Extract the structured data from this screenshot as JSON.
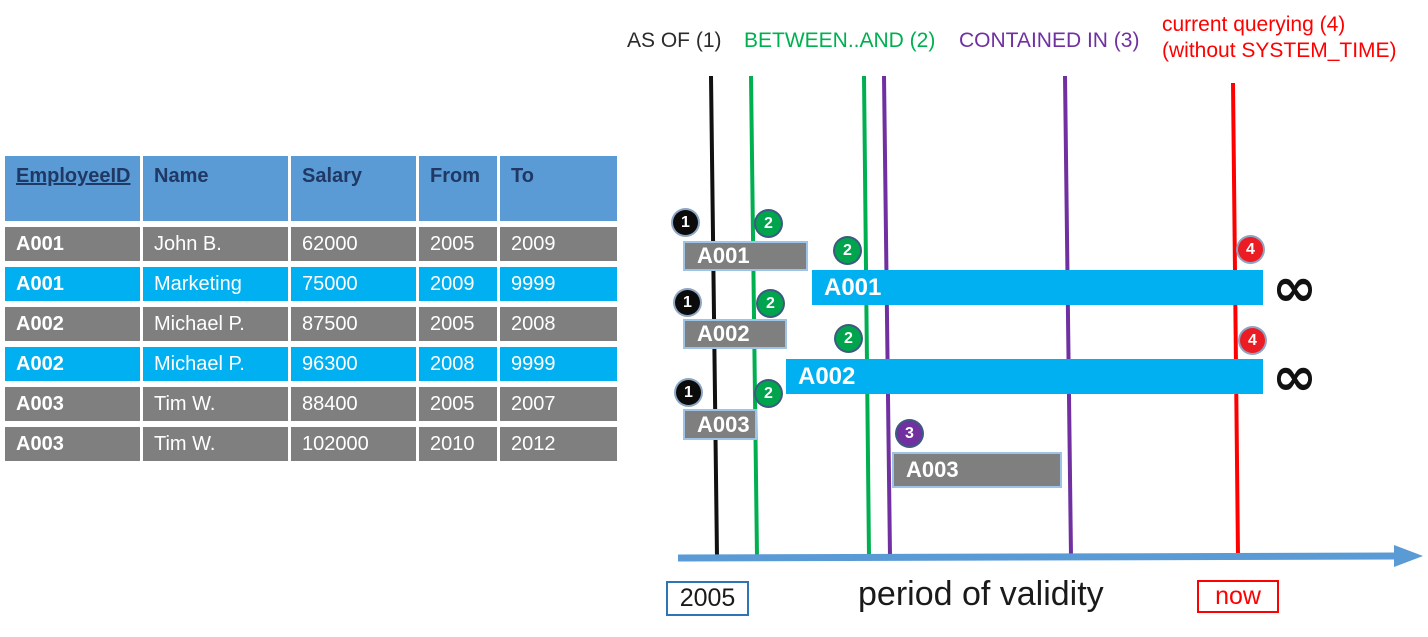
{
  "table": {
    "headers": [
      "EmployeeID",
      "Name",
      "Salary",
      "From",
      "To"
    ],
    "rows": [
      {
        "employee_id": "A001",
        "name": "John B.",
        "salary": "62000",
        "from": "2005",
        "to": "2009",
        "variant": "gray"
      },
      {
        "employee_id": "A001",
        "name": "Marketing",
        "salary": "75000",
        "from": "2009",
        "to": "9999",
        "variant": "blue"
      },
      {
        "employee_id": "A002",
        "name": "Michael P.",
        "salary": "87500",
        "from": "2005",
        "to": "2008",
        "variant": "gray"
      },
      {
        "employee_id": "A002",
        "name": "Michael P.",
        "salary": "96300",
        "from": "2008",
        "to": "9999",
        "variant": "blue"
      },
      {
        "employee_id": "A003",
        "name": "Tim W.",
        "salary": "88400",
        "from": "2005",
        "to": "2007",
        "variant": "gray"
      },
      {
        "employee_id": "A003",
        "name": "Tim W.",
        "salary": "102000",
        "from": "2010",
        "to": "2012",
        "variant": "gray"
      }
    ]
  },
  "legend": {
    "as_of": "AS OF (1)",
    "between_and": "BETWEEN..AND (2)",
    "contained_in": "CONTAINED IN (3)",
    "current_querying_line1": "current querying (4)",
    "current_querying_line2": "(without SYSTEM_TIME)"
  },
  "timeline": {
    "bars": [
      {
        "label": "A001",
        "variant": "gray"
      },
      {
        "label": "A001",
        "variant": "blue"
      },
      {
        "label": "A002",
        "variant": "gray"
      },
      {
        "label": "A002",
        "variant": "blue"
      },
      {
        "label": "A003",
        "variant": "gray"
      },
      {
        "label": "A003",
        "variant": "gray"
      }
    ],
    "badges": [
      {
        "label": "1",
        "color": "black"
      },
      {
        "label": "2",
        "color": "green"
      },
      {
        "label": "2",
        "color": "green"
      },
      {
        "label": "1",
        "color": "black"
      },
      {
        "label": "2",
        "color": "green"
      },
      {
        "label": "2",
        "color": "green"
      },
      {
        "label": "1",
        "color": "black"
      },
      {
        "label": "2",
        "color": "green"
      },
      {
        "label": "3",
        "color": "purple"
      },
      {
        "label": "4",
        "color": "red"
      },
      {
        "label": "4",
        "color": "red"
      }
    ],
    "infinity": "∞",
    "axis": {
      "start_label": "2005",
      "title": "period of validity",
      "now_label": "now"
    }
  },
  "colors": {
    "as_of_black": "#2b2b2b",
    "between_green": "#00B050",
    "contained_purple": "#7030A0",
    "current_red": "#FF0000",
    "bar_gray": "#7F7F7F",
    "bar_blue": "#00B0F0",
    "bar_border": "#9DC3E6",
    "table_header_blue": "#5B9BD5",
    "table_header_text": "#1F3864",
    "axis_blue": "#5B9BD5",
    "year_box_border": "#2E75B6"
  }
}
